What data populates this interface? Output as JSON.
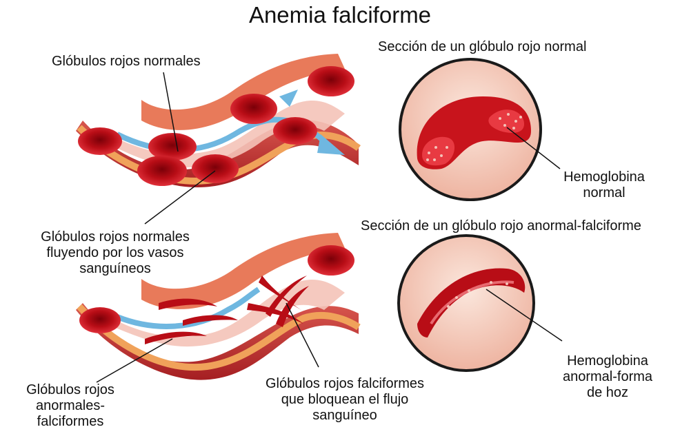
{
  "title": "Anemia falciforme",
  "labels": {
    "normal_cells": "Glóbulos rojos normales",
    "section_normal": "Sección de un glóbulo rojo normal",
    "hemo_normal": "Hemoglobina\nnormal",
    "flowing": "Glóbulos rojos normales\nfluyendo por los vasos\nsanguíneos",
    "section_sickle": "Sección de un glóbulo rojo anormal-falciforme",
    "sickle_cells": "Glóbulos rojos\nanormales-\nfalciformes",
    "blocking": "Glóbulos rojos falciformes\nque bloquean el flujo\nsanguíneo",
    "hemo_sickle": "Hemoglobina\nanormal-forma\nde hoz"
  },
  "colors": {
    "vessel_outer": "#f0a25a",
    "vessel_wall": "#c93a36",
    "vessel_inner": "#f4c3b8",
    "blood_cell": "#c8141c",
    "flow_arrow": "#6fb7e0",
    "circle_bg": "#f2c9b9"
  }
}
